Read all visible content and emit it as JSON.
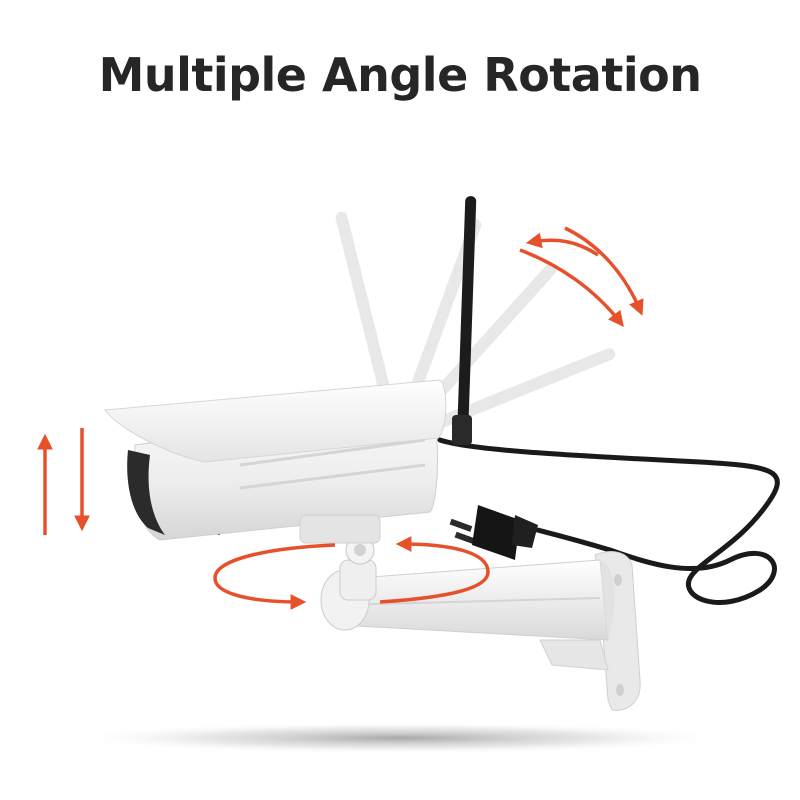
{
  "title": "Multiple Angle Rotation",
  "colors": {
    "arrow": "#e6512b",
    "camera_body": "#f1f1f1",
    "camera_lens": "#1e1e1e",
    "antenna": "#1c1c1c",
    "cable": "#1a1a1a",
    "mount": "#eeeeee"
  },
  "icons": [
    "vertical-tilt-arrows",
    "horizontal-pan-arrows",
    "antenna-rotate-arrows",
    "power-plug-icon"
  ]
}
